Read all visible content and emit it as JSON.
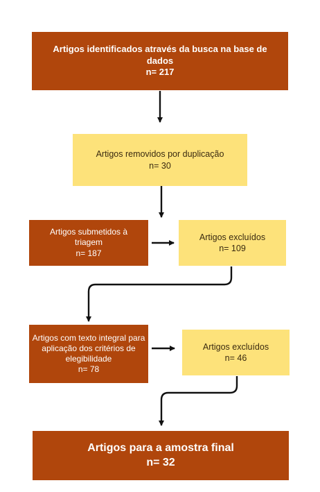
{
  "boxes": {
    "identified": {
      "line1": "Artigos  identificados através da busca na base de dados",
      "line2": "n= 217"
    },
    "removed": {
      "line1": "Artigos removidos por duplicação",
      "line2": "n= 30"
    },
    "screened": {
      "line1": "Artigos submetidos à triagem",
      "line2": "n= 187"
    },
    "excluded_1": {
      "line1": "Artigos excluídos",
      "line2": "n=  109"
    },
    "full_text": {
      "line1": "Artigos com texto integral para aplicação dos critérios de elegibilidade",
      "line2": "n= 78"
    },
    "excluded_2": {
      "line1": "Artigos excluídos",
      "line2": "n=  46"
    },
    "final": {
      "line1": "Artigos para a amostra final",
      "line2": "n= 32"
    }
  },
  "colors": {
    "brown": "#b0460c",
    "yellow": "#fde27a",
    "arrow": "#111111"
  }
}
